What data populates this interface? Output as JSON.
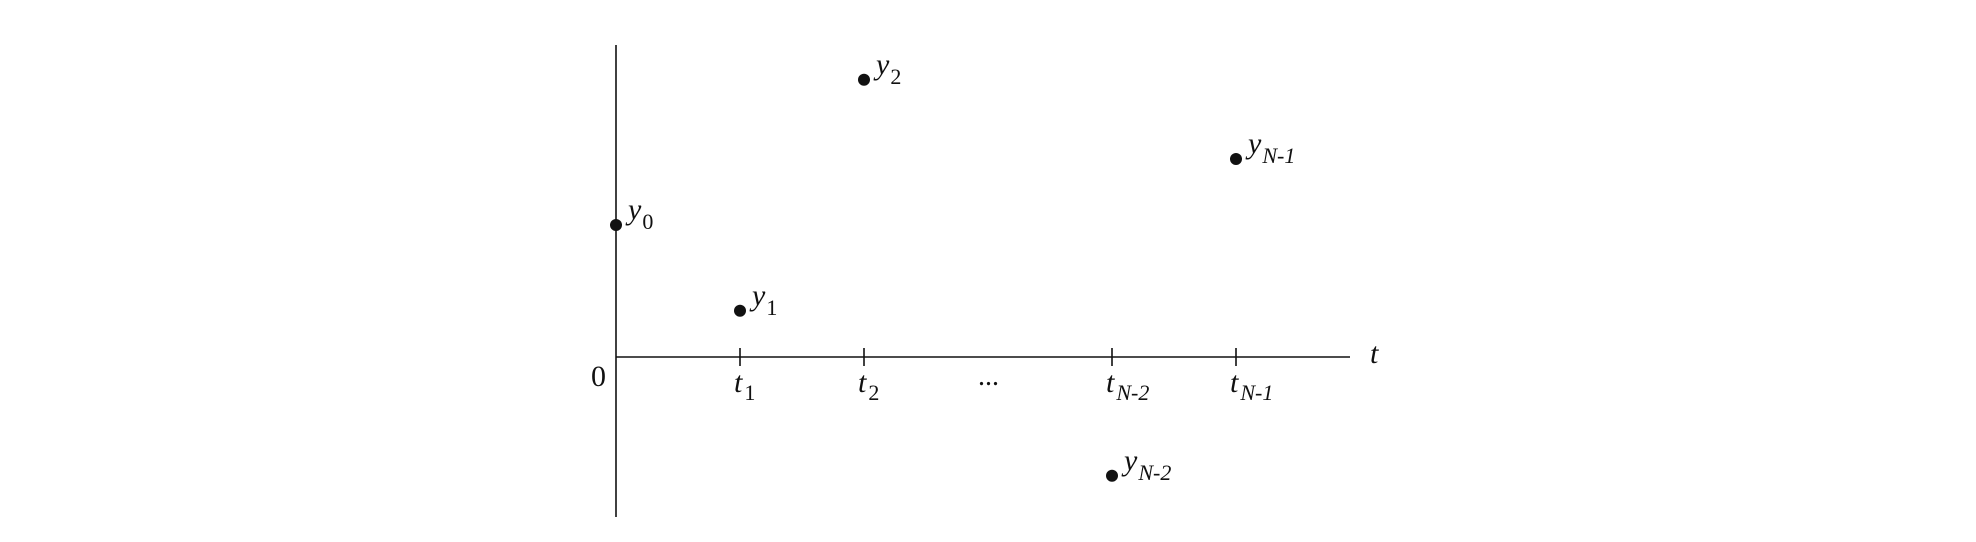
{
  "chart_data": {
    "type": "scatter",
    "title": "",
    "xlabel": "t",
    "ylabel": "",
    "origin_label": "0",
    "ellipsis": "...",
    "x": [
      0,
      1,
      2,
      4,
      5
    ],
    "y": [
      2,
      0.7,
      4.2,
      -1.8,
      3.0
    ],
    "xlim": [
      0,
      6
    ],
    "ylim": [
      -2.4,
      4.6
    ],
    "x_ticks": [
      {
        "value": 1,
        "base": "t",
        "sub": "1"
      },
      {
        "value": 2,
        "base": "t",
        "sub": "2"
      },
      {
        "value": 4,
        "base": "t",
        "sub": "N-2"
      },
      {
        "value": 5,
        "base": "t",
        "sub": "N-1"
      }
    ],
    "ellipsis_at": 3,
    "point_labels": [
      {
        "base": "y",
        "sub": "0"
      },
      {
        "base": "y",
        "sub": "1"
      },
      {
        "base": "y",
        "sub": "2"
      },
      {
        "base": "y",
        "sub": "N-2"
      },
      {
        "base": "y",
        "sub": "N-1"
      }
    ],
    "grid": false,
    "colors": {
      "ink": "#111111",
      "background": "#ffffff"
    }
  }
}
